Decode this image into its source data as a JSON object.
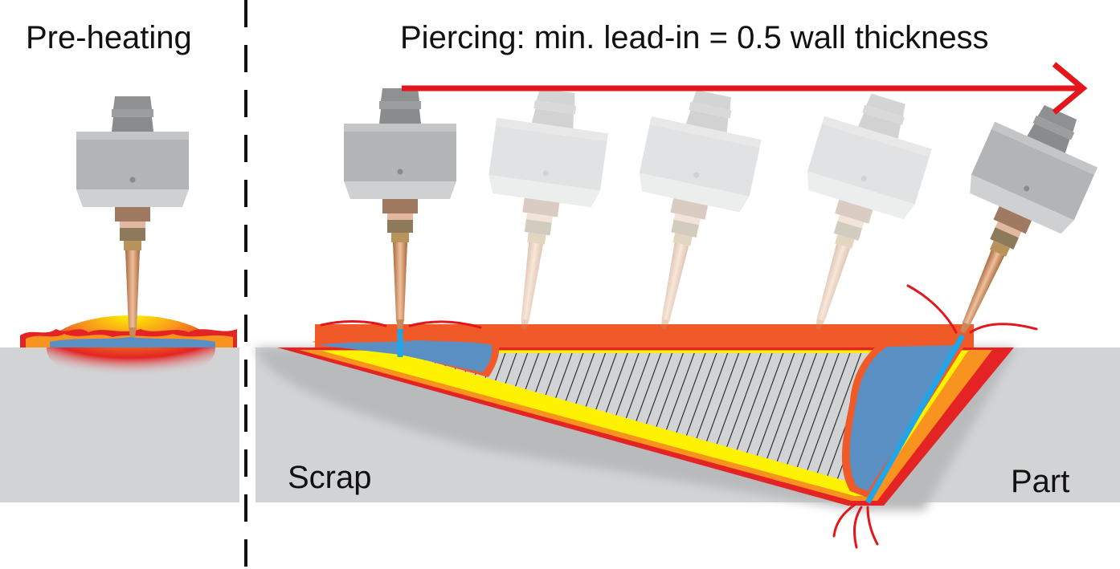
{
  "labels": {
    "preheating": "Pre-heating",
    "piercing": "Piercing: min. lead-in = 0.5 wall thickness",
    "scrap": "Scrap",
    "part": "Part"
  },
  "colors": {
    "material": "#d2d3d5",
    "heat_outer": "#e42424",
    "heat_mid": "#f7931e",
    "heat_inner": "#fff200",
    "molten": "#5a8fc4",
    "beam": "#20a6e8",
    "arrow": "#e3161c",
    "nozzle_copper": "#c9875a",
    "head_gray": "#b3b4b6"
  },
  "icons": {
    "cutting_head": "laser-cutting-head-icon",
    "direction": "arrow-right-icon"
  }
}
